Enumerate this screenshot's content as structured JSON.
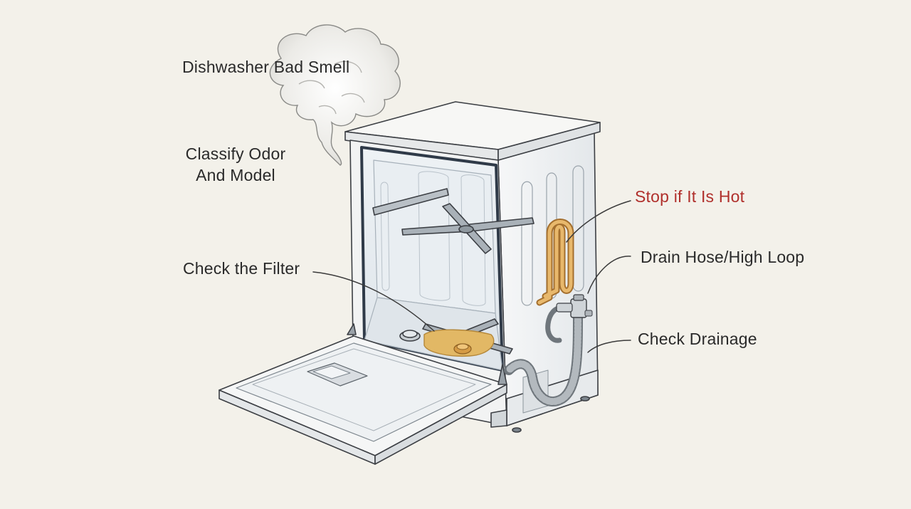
{
  "labels": {
    "title": "Dishwasher Bad Smell",
    "classify_line1": "Classify Odor",
    "classify_line2": "And Model",
    "check_filter": "Check the Filter",
    "stop_hot": "Stop if It Is Hot",
    "drain_hose": "Drain Hose/High Loop",
    "check_drainage": "Check Drainage"
  },
  "colors": {
    "background": "#f3f1ea",
    "ink": "#2a2a2a",
    "warning": "#b0302c",
    "heating_element": "#d9a45a",
    "filter_highlight": "#e2b865",
    "smoke": "#d6d6d3"
  },
  "icons": {
    "smoke": "smoke-cloud-icon",
    "dishwasher": "dishwasher-illustration",
    "heating_element": "heating-element-icon",
    "filter": "filter-icon",
    "drain_hose": "drain-hose-icon"
  }
}
